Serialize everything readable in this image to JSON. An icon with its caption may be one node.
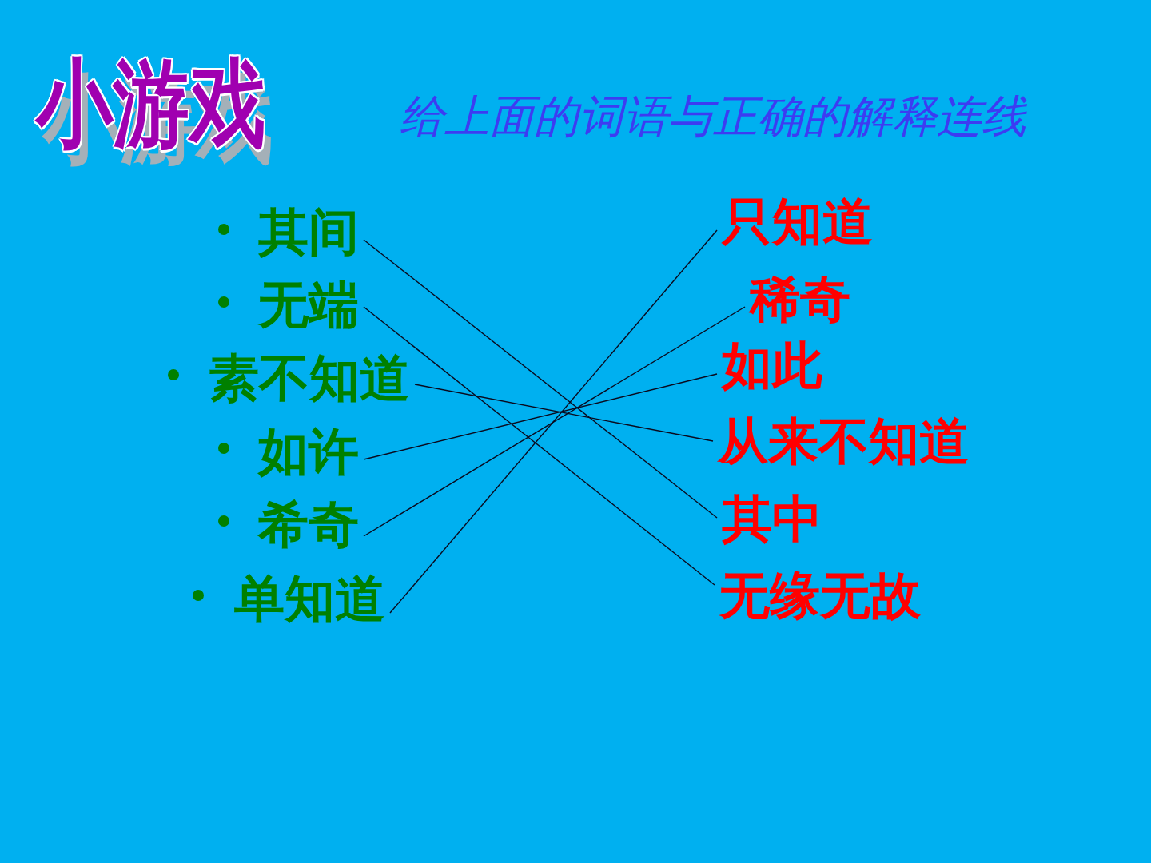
{
  "diagram": {
    "title": "小游戏",
    "nodes": [
      {
        "text": [
          "其间"
        ]
      },
      {
        "text": [
          "无端"
        ]
      },
      {
        "text": [
          "素不知道"
        ]
      },
      {
        "text": [
          "如许"
        ]
      },
      {
        "text": [
          "希奇"
        ]
      },
      {
        "text": [
          "单知道"
        ]
      },
      {
        "text": [
          "只知道"
        ]
      },
      {
        "text": [
          "稀奇"
        ]
      },
      {
        "text": [
          "如此"
        ]
      },
      {
        "text": [
          "从来不知道"
        ]
      },
      {
        "text": [
          "其中"
        ]
      },
      {
        "text": [
          "无缘无故"
        ]
      }
    ],
    "edges": [
      {
        "from": 0,
        "to": 10,
        "arrow": "none"
      },
      {
        "from": 1,
        "to": 11,
        "arrow": "none"
      },
      {
        "from": 2,
        "to": 9,
        "arrow": "none"
      },
      {
        "from": 3,
        "to": 8,
        "arrow": "none"
      },
      {
        "from": 4,
        "to": 7,
        "arrow": "none"
      },
      {
        "from": 5,
        "to": 6,
        "arrow": "none"
      }
    ],
    "labels": [
      "给上面的词语与正确的解释连线"
    ]
  }
}
